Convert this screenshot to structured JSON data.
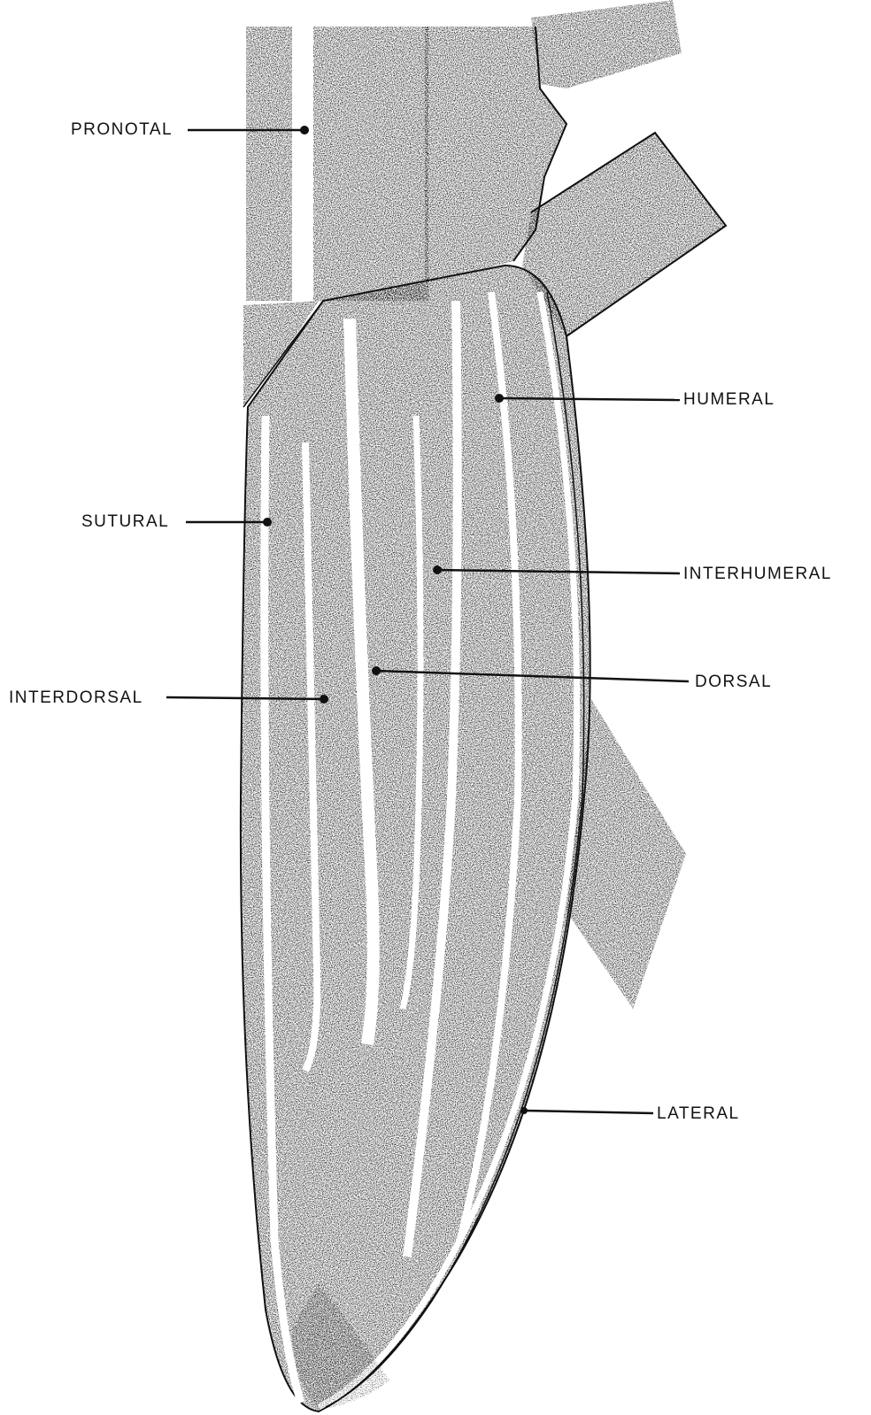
{
  "labels": {
    "pronotal": "PRONOTAL",
    "humeral": "HUMERAL",
    "sutural": "SUTURAL",
    "interhumeral": "INTERHUMERAL",
    "interdorsal": "INTERDORSAL",
    "dorsal": "DORSAL",
    "lateral": "LATERAL"
  },
  "colors": {
    "ink": "#111111",
    "stipple_dark": "#2a2a2a",
    "stipple_mid": "#6a6a6a",
    "background": "#ffffff"
  }
}
